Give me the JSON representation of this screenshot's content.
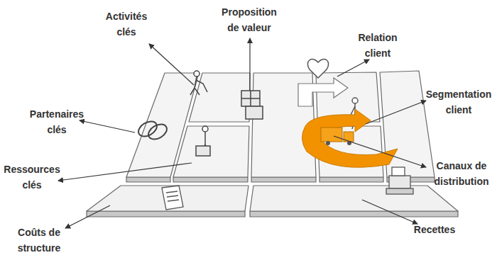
{
  "diagram": {
    "labels": [
      "Activités clés",
      "Proposition de valeur",
      "Relation client",
      "Segmentation client",
      "Partenaires clés",
      "Ressources clés",
      "Canaux de distribution",
      "Coûts de structure",
      "Recettes"
    ]
  }
}
